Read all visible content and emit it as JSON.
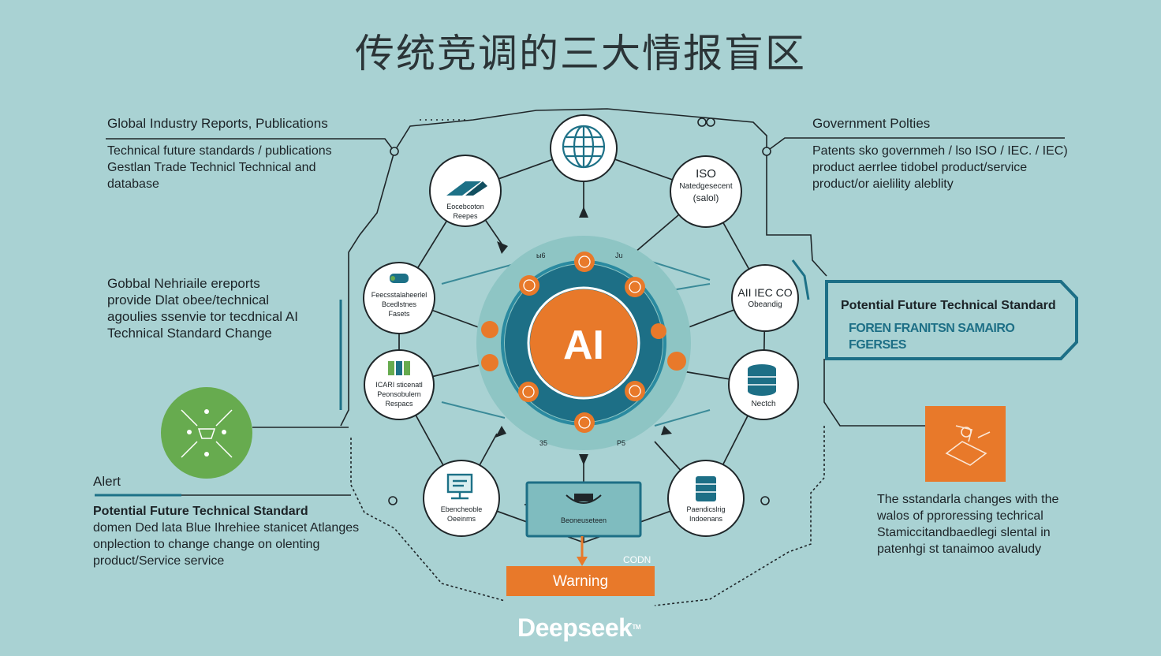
{
  "title": "传统竞调的三大情报盲区",
  "left_top": {
    "heading": "Global Industry Reports, Publications",
    "lines": [
      "Technical future standards / publications",
      "Gestlan Trade Technicl Technical and",
      "database"
    ]
  },
  "left_mid": {
    "lines": [
      "Gobbal Nehriaile ereports",
      "provide Dlat obee/technical",
      "agoulies ssenvie tor tecdnical AI",
      "Technical Standard Change"
    ]
  },
  "alert": {
    "label": "Alert",
    "heading": "Potential Future Technical Standard",
    "lines": [
      "domen Ded lata Blue Ihrehiee stanicet Atlanges",
      "onplection to change change on olenting",
      "product/Service service"
    ]
  },
  "right_top": {
    "heading": "Government Polties",
    "lines": [
      "Patents sko governmeh / lso ISO / IEC. / IEC)",
      "product aerrlee tidobel product/service",
      "product/or aielility aleblity"
    ]
  },
  "right_callout": {
    "title": "Potential Future Technical Standard",
    "subtitle": "FOREN FRANITSN SAMAIRO FGERSES"
  },
  "right_bottom": {
    "lines": [
      "The sstandarla changes with the",
      "walos of pproressing techrical",
      "Stamiccitandbaedlegi slental in",
      "patenhgi st tanaimoo avaludy"
    ]
  },
  "hub": {
    "label": "AI"
  },
  "nodes": {
    "globe": "",
    "iso": [
      "ISO",
      "Natedgesecent",
      "(salol)"
    ],
    "iec": [
      "AII IEC CO",
      "Obeandig"
    ],
    "database_right": "Nectch",
    "server_right": [
      "Paendicslrig",
      "Indoenans"
    ],
    "panel_bottom": "Beoneuseteen",
    "computer": [
      "Ebencheoble",
      "Oeeinms"
    ],
    "report_left": [
      "ICARI sticenatl",
      "Peonsobulern",
      "Respacs"
    ],
    "finance": [
      "Feecsstalaheerlel",
      "Bcedlstnes",
      "Fasets"
    ],
    "publication": [
      "Eocebcoton",
      "Reepes"
    ]
  },
  "small_labels": {
    "codn": "CODN",
    "n1": "ы6",
    "n2": "Ju",
    "n3": "35",
    "n4": "P5"
  },
  "warning": {
    "label": "Warning"
  },
  "brand": {
    "name": "Deepseek",
    "tm": "TM"
  },
  "colors": {
    "background": "#a9d2d3",
    "teal": "#1d7187",
    "orange": "#e8792a",
    "green": "#67ab4f",
    "dark_line": "#1f2629"
  }
}
